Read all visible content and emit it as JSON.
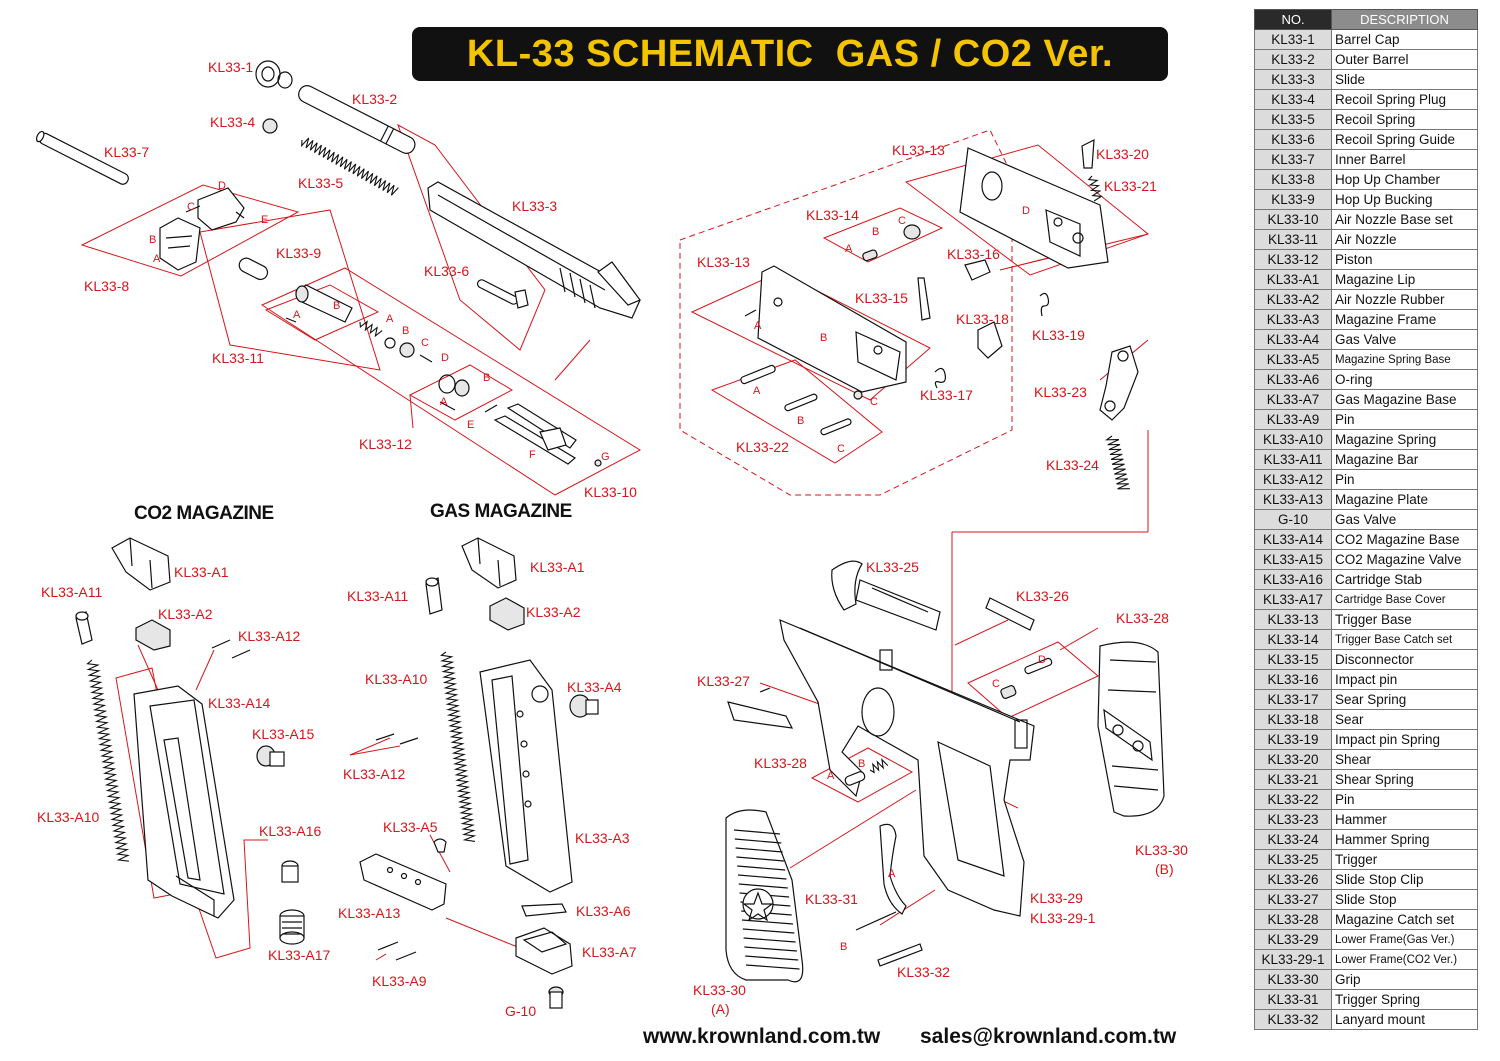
{
  "title": "KL-33 SCHEMATIC  GAS / CO2 Ver.",
  "table": {
    "headers": {
      "no": "NO.",
      "description": "DESCRIPTION"
    },
    "rows": [
      {
        "no": "KL33-1",
        "desc": "Barrel Cap"
      },
      {
        "no": "KL33-2",
        "desc": "Outer Barrel"
      },
      {
        "no": "KL33-3",
        "desc": "Slide"
      },
      {
        "no": "KL33-4",
        "desc": "Recoil Spring Plug"
      },
      {
        "no": "KL33-5",
        "desc": "Recoil Spring"
      },
      {
        "no": "KL33-6",
        "desc": "Recoil Spring Guide"
      },
      {
        "no": "KL33-7",
        "desc": "Inner Barrel"
      },
      {
        "no": "KL33-8",
        "desc": "Hop Up Chamber"
      },
      {
        "no": "KL33-9",
        "desc": "Hop Up Bucking"
      },
      {
        "no": "KL33-10",
        "desc": "Air Nozzle Base set"
      },
      {
        "no": "KL33-11",
        "desc": "Air Nozzle"
      },
      {
        "no": "KL33-12",
        "desc": "Piston"
      },
      {
        "no": "KL33-A1",
        "desc": "Magazine Lip"
      },
      {
        "no": "KL33-A2",
        "desc": "Air Nozzle Rubber"
      },
      {
        "no": "KL33-A3",
        "desc": "Magazine Frame"
      },
      {
        "no": "KL33-A4",
        "desc": "Gas Valve"
      },
      {
        "no": "KL33-A5",
        "desc": "Magazine Spring Base"
      },
      {
        "no": "KL33-A6",
        "desc": "O-ring"
      },
      {
        "no": "KL33-A7",
        "desc": "Gas Magazine Base"
      },
      {
        "no": "KL33-A9",
        "desc": "Pin"
      },
      {
        "no": "KL33-A10",
        "desc": "Magazine Spring"
      },
      {
        "no": "KL33-A11",
        "desc": "Magazine Bar"
      },
      {
        "no": "KL33-A12",
        "desc": "Pin"
      },
      {
        "no": "KL33-A13",
        "desc": "Magazine Plate"
      },
      {
        "no": "G-10",
        "desc": "Gas Valve"
      },
      {
        "no": "KL33-A14",
        "desc": "CO2 Magazine Base"
      },
      {
        "no": "KL33-A15",
        "desc": "CO2 Magazine Valve"
      },
      {
        "no": "KL33-A16",
        "desc": "Cartridge Stab"
      },
      {
        "no": "KL33-A17",
        "desc": "Cartridge Base Cover"
      },
      {
        "no": "KL33-13",
        "desc": "Trigger Base"
      },
      {
        "no": "KL33-14",
        "desc": "Trigger Base Catch set"
      },
      {
        "no": "KL33-15",
        "desc": "Disconnector"
      },
      {
        "no": "KL33-16",
        "desc": "Impact pin"
      },
      {
        "no": "KL33-17",
        "desc": "Sear Spring"
      },
      {
        "no": "KL33-18",
        "desc": "Sear"
      },
      {
        "no": "KL33-19",
        "desc": "Impact pin Spring"
      },
      {
        "no": "KL33-20",
        "desc": "Shear"
      },
      {
        "no": "KL33-21",
        "desc": "Shear Spring"
      },
      {
        "no": "KL33-22",
        "desc": "Pin"
      },
      {
        "no": "KL33-23",
        "desc": "Hammer"
      },
      {
        "no": "KL33-24",
        "desc": "Hammer Spring"
      },
      {
        "no": "KL33-25",
        "desc": "Trigger"
      },
      {
        "no": "KL33-26",
        "desc": "Slide Stop Clip"
      },
      {
        "no": "KL33-27",
        "desc": "Slide Stop"
      },
      {
        "no": "KL33-28",
        "desc": "Magazine Catch set"
      },
      {
        "no": "KL33-29",
        "desc": "Lower Frame(Gas Ver.)"
      },
      {
        "no": "KL33-29-1",
        "desc": "Lower Frame(CO2 Ver.)"
      },
      {
        "no": "KL33-30",
        "desc": "Grip"
      },
      {
        "no": "KL33-31",
        "desc": "Trigger Spring"
      },
      {
        "no": "KL33-32",
        "desc": "Lanyard mount"
      }
    ]
  },
  "sections": {
    "co2_magazine": "CO2 MAGAZINE",
    "gas_magazine": "GAS MAGAZINE"
  },
  "footer": {
    "website": "www.krownland.com.tw",
    "email": "sales@krownland.com.tw"
  },
  "callouts": {
    "c1": "KL33-1",
    "c2": "KL33-2",
    "c3": "KL33-3",
    "c4": "KL33-4",
    "c5": "KL33-5",
    "c6": "KL33-6",
    "c7": "KL33-7",
    "c8": "KL33-8",
    "c9": "KL33-9",
    "c10": "KL33-10",
    "c11": "KL33-11",
    "c12": "KL33-12",
    "c13a": "KL33-13",
    "c13b": "KL33-13",
    "c14": "KL33-14",
    "c15": "KL33-15",
    "c16": "KL33-16",
    "c17": "KL33-17",
    "c18": "KL33-18",
    "c19": "KL33-19",
    "c20": "KL33-20",
    "c21": "KL33-21",
    "c22": "KL33-22",
    "c23": "KL33-23",
    "c24": "KL33-24",
    "c25": "KL33-25",
    "c26": "KL33-26",
    "c27": "KL33-27",
    "c28a": "KL33-28",
    "c28b": "KL33-28",
    "c29": "KL33-29",
    "c29_1": "KL33-29-1",
    "c30a": "KL33-30",
    "c30a_sub": "(A)",
    "c30b": "KL33-30",
    "c30b_sub": "(B)",
    "c31": "KL33-31",
    "c32": "KL33-32",
    "co2_a1": "KL33-A1",
    "co2_a2": "KL33-A2",
    "co2_a10": "KL33-A10",
    "co2_a11": "KL33-A11",
    "co2_a12": "KL33-A12",
    "co2_a14": "KL33-A14",
    "co2_a15": "KL33-A15",
    "co2_a16": "KL33-A16",
    "co2_a17": "KL33-A17",
    "gas_a1": "KL33-A1",
    "gas_a2": "KL33-A2",
    "gas_a3": "KL33-A3",
    "gas_a4": "KL33-A4",
    "gas_a5": "KL33-A5",
    "gas_a6": "KL33-A6",
    "gas_a7": "KL33-A7",
    "gas_a9": "KL33-A9",
    "gas_a10": "KL33-A10",
    "gas_a11": "KL33-A11",
    "gas_a12": "KL33-A12",
    "gas_a13": "KL33-A13",
    "gas_g10": "G-10"
  },
  "letters": {
    "A": "A",
    "B": "B",
    "C": "C",
    "D": "D",
    "E": "E",
    "F": "F",
    "G": "G"
  }
}
